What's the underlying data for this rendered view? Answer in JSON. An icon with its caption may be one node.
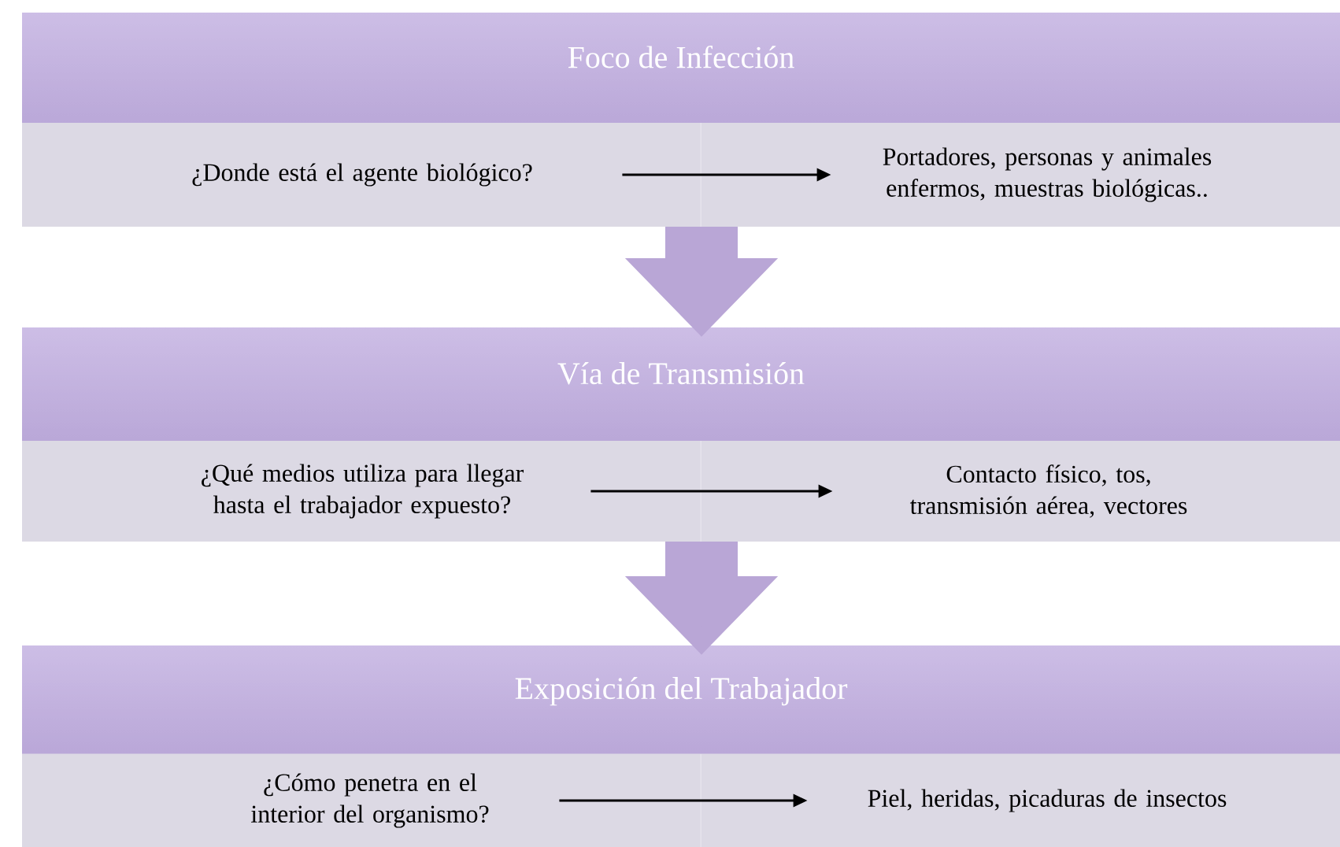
{
  "diagram": {
    "nodes": [
      {
        "text": [
          "Foco de Infección"
        ]
      },
      {
        "text": [
          "¿Donde está el agente biológico?"
        ],
        "in": 0
      },
      {
        "text": [
          "Portadores, personas y animales enfermos, muestras biológicas.."
        ],
        "in": 0
      },
      {
        "text": [
          "Vía de Transmisión"
        ]
      },
      {
        "text": [
          "¿Qué medios utiliza para llegar hasta el trabajador expuesto?"
        ],
        "in": 3
      },
      {
        "text": [
          "Contacto físico, tos, transmisión aérea, vectores"
        ],
        "in": 3
      },
      {
        "text": [
          "Exposición del Trabajador"
        ]
      },
      {
        "text": [
          "¿Cómo penetra en el interior del organismo?"
        ],
        "in": 6
      },
      {
        "text": [
          "Piel, heridas, picaduras de insectos"
        ],
        "in": 6
      }
    ],
    "edges": [
      {
        "from": 1,
        "to": 2,
        "arrow": "to"
      },
      {
        "from": 0,
        "to": 3,
        "arrow": "to",
        "style": "thick",
        "color": "#b9a6d6"
      },
      {
        "from": 4,
        "to": 5,
        "arrow": "to"
      },
      {
        "from": 3,
        "to": 6,
        "arrow": "to",
        "style": "thick",
        "color": "#b9a6d6"
      },
      {
        "from": 7,
        "to": 8,
        "arrow": "to"
      }
    ]
  }
}
